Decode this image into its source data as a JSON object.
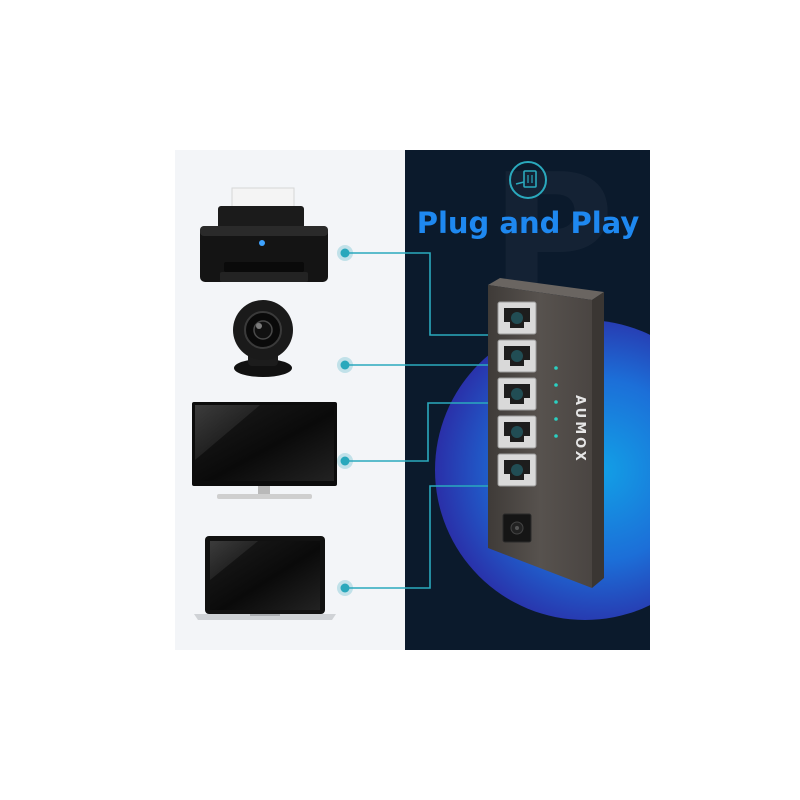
{
  "headline": "Plug and Play",
  "brand": "AUMOX",
  "colors": {
    "panel": "#0b1a2c",
    "headline": "#1e88f0",
    "connector": "#2aa9bd",
    "switch_body": "#4e4a47",
    "port_led": "#2ad0c2"
  },
  "icons": [
    "plug-icon",
    "printer-icon",
    "webcam-icon",
    "monitor-icon",
    "laptop-icon",
    "network-switch-icon"
  ],
  "devices": [
    "printer",
    "webcam",
    "monitor",
    "laptop"
  ],
  "port_count": 5
}
